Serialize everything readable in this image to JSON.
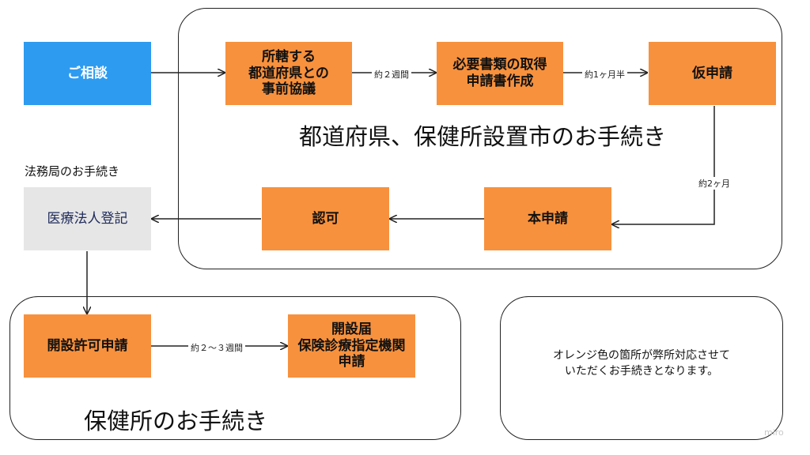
{
  "steps": {
    "consult": "ご相談",
    "prior_consult": "所轄する\n都道府県との\n事前協議",
    "documents": "必要書類の取得\n申請書作成",
    "provisional": "仮申請",
    "main_application": "本申請",
    "approval": "認可",
    "registration": "医療法人登記",
    "opening_permit": "開設許可申請",
    "opening_notice": "開設届\n保険診療指定機関\n申請"
  },
  "durations": {
    "d1": "約２週間",
    "d2": "約1ヶ月半",
    "d3": "約2ヶ月",
    "d4": "約２〜３週間"
  },
  "groups": {
    "prefecture": "都道府県、保健所設置市のお手続き",
    "legal_affairs": "法務局のお手続き",
    "health_center": "保健所のお手続き"
  },
  "note": "オレンジ色の箇所が弊所対応させて\nいただくお手続きとなります。",
  "watermark": "miro",
  "colors": {
    "orange": "#F7913D",
    "blue": "#2D9BF0",
    "gray": "#E6E6E6"
  }
}
